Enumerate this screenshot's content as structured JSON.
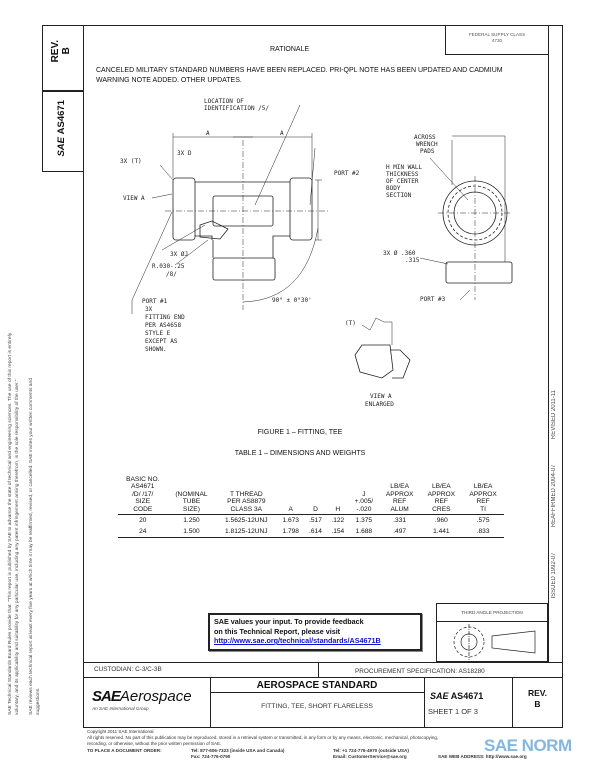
{
  "left_column": {
    "rev_label": "REV.",
    "rev_value": "B",
    "sae_mark": "SAE",
    "doc_number": "AS4671"
  },
  "side_notice": {
    "line1": "SAE Technical Standards Board Rules provide that: \"This report is published by SAE to advance the state of technical and engineering sciences. The use of this report is entirely",
    "line2": "voluntary, and its applicability and suitability for any particular use, including any patent infringement arising therefrom, is the sole responsibility of the user.\"",
    "line3": "SAE reviews each technical report at least every five years at which time it may be reaffirmed, revised, or cancelled. SAE invites your written comments and",
    "line4": "suggestions."
  },
  "federal_supply": {
    "label": "FEDERAL SUPPLY CLASS",
    "value": "4730"
  },
  "rationale": {
    "heading": "RATIONALE",
    "text": "CANCELED MILITARY STANDARD NUMBERS HAVE BEEN REPLACED.  PRI-QPL NOTE HAS BEEN UPDATED AND CADMIUM WARNING NOTE ADDED.  OTHER UPDATES."
  },
  "dates": {
    "issued": "ISSUED 1992-07",
    "reaffirmed": "REAFFIRMED 2004-07",
    "revised": "REVISED 2011-11"
  },
  "drawing": {
    "location_id": [
      "LOCATION OF",
      "IDENTIFICATION  /5/"
    ],
    "dim_a": "A",
    "dim_3xd": "3X D",
    "dim_3xt": "3X (T)",
    "view_a": "VIEW A",
    "dim_3xj": "3X ØJ",
    "radius": [
      "R.030-.25",
      "/8/"
    ],
    "port1": [
      "PORT #1",
      "3X",
      "FITTING END",
      "PER AS4658",
      "STYLE E",
      "EXCEPT AS",
      "SHOWN."
    ],
    "angle": "90° ± 0°30'",
    "port2": "PORT #2",
    "across": [
      "ACROSS",
      "WRENCH",
      "PADS"
    ],
    "wall": [
      "H MIN WALL",
      "THICKNESS",
      "OF CENTER",
      "BODY",
      "SECTION"
    ],
    "dim_3xh": [
      "3X Ø .360",
      ".315"
    ],
    "port3": "PORT #3",
    "t_label": "(T)",
    "view_a_enlarged": [
      "VIEW A",
      "ENLARGED"
    ],
    "figure_caption": "FIGURE 1 – FITTING, TEE"
  },
  "table": {
    "title": "TABLE 1 – DIMENSIONS AND WEIGHTS",
    "headers": [
      [
        "BASIC NO.",
        "AS4671",
        "/D/ /17/",
        "SIZE",
        "CODE"
      ],
      [
        "(NOMINAL",
        "TUBE",
        "SIZE)"
      ],
      [
        "T THREAD",
        "PER AS8879",
        "CLASS 3A"
      ],
      [
        "A"
      ],
      [
        "D"
      ],
      [
        "H"
      ],
      [
        "J",
        "+.005/",
        "-.020"
      ],
      [
        "LB/EA",
        "APPROX",
        "REF",
        "ALUM"
      ],
      [
        "LB/EA",
        "APPROX",
        "REF",
        "CRES"
      ],
      [
        "LB/EA",
        "APPROX",
        "REF",
        "TI"
      ]
    ],
    "rows": [
      [
        "20",
        "1.250",
        "1.5625-12UNJ",
        "1.673",
        ".517",
        ".122",
        "1.375",
        ".331",
        ".960",
        ".575"
      ],
      [
        "24",
        "1.500",
        "1.8125-12UNJ",
        "1.798",
        ".614",
        ".154",
        "1.688",
        ".497",
        "1.441",
        ".833"
      ]
    ]
  },
  "feedback": {
    "line1": "SAE values your input. To provide feedback",
    "line2": "on this Technical Report, please visit",
    "link": "http://www.sae.org/technical/standards/AS4671B",
    "link_color": "#1010d0"
  },
  "projection": {
    "label": "THIRD ANGLE PROJECTION"
  },
  "title_block": {
    "custodian": "CUSTODIAN: C-3/C-3B",
    "procurement": "PROCUREMENT SPECIFICATION: AS18280",
    "logo_sae": "SAE",
    "logo_aero": "Aerospace",
    "logo_sub": "An SAE International Group",
    "standard": "AEROSPACE STANDARD",
    "title": "FITTING, TEE, SHORT FLARELESS",
    "sae_mark": "SAE",
    "doc_number": "AS4671",
    "sheet": "SHEET 1 OF 3",
    "rev_label": "REV.",
    "rev_value": "B"
  },
  "footer": {
    "copyright": "Copyright 2011 SAE International",
    "rights1": "All rights reserved. No part of this publication may be reproduced, stored in a retrieval system or transmitted, in any form or by any means, electronic, mechanical, photocopying,",
    "rights2": "recording, or otherwise, without the prior written permission of SAE.",
    "order": "TO PLACE A DOCUMENT ORDER:",
    "tel1": "Tel: 877-606-7323 (inside USA and Canada)",
    "fax": "Fax: 724-776-0790",
    "tel2": "Tel: +1 724-776-4970 (outside USA)",
    "email": "Email: CustomerService@sae.org",
    "web": "SAE WEB ADDRESS: http://www.sae.org",
    "watermark": "SAE NORM",
    "watermark_color": "#5a9fd4"
  }
}
